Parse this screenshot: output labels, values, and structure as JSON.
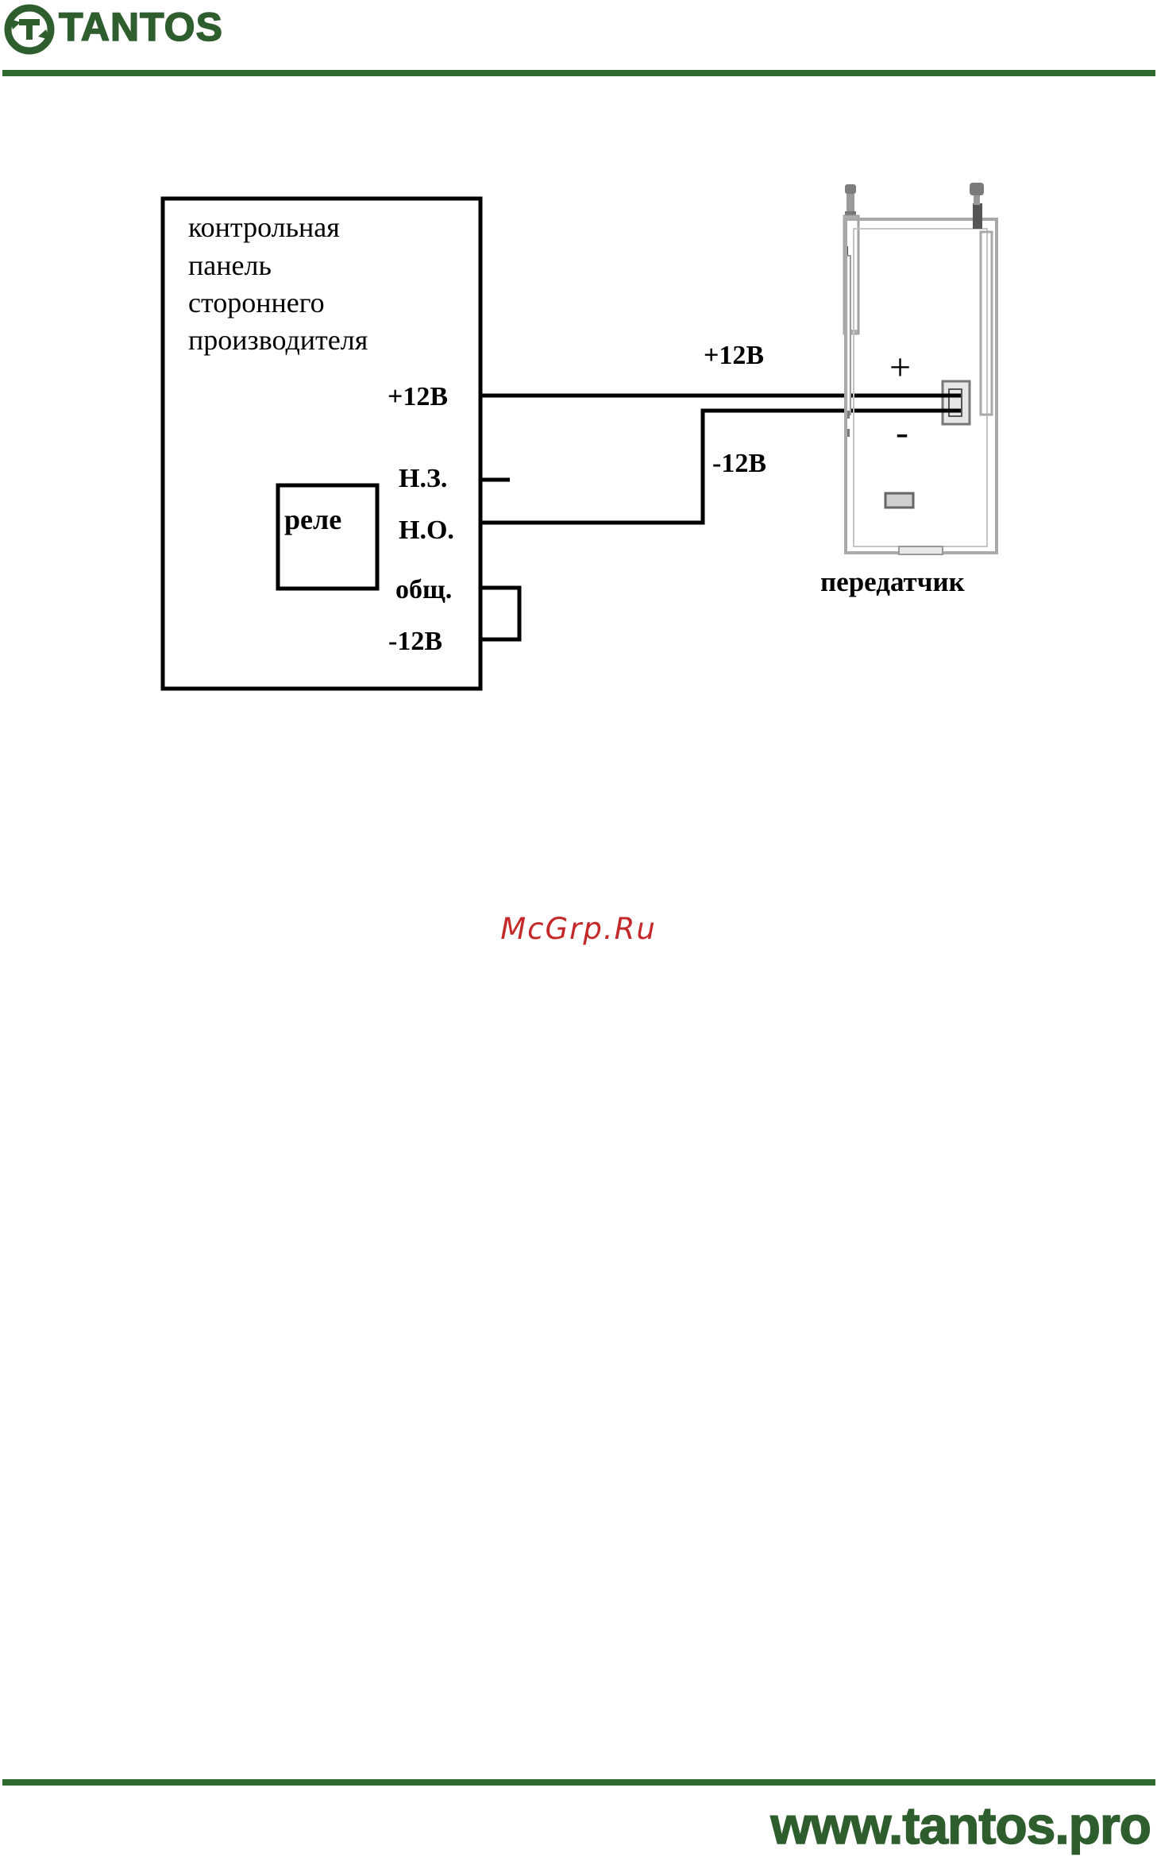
{
  "header": {
    "brand": "TANTOS"
  },
  "diagram": {
    "panel_label_lines": [
      "контрольная",
      "панель",
      "стороннего",
      "производителя"
    ],
    "terminals": {
      "plus12": "+12В",
      "nz": "Н.З.",
      "no": "Н.О.",
      "common": "общ.",
      "minus12": "-12В"
    },
    "relay_label": "реле",
    "wire_labels": {
      "plus": "+12В",
      "minus": "-12В"
    },
    "transmitter_plus": "+",
    "transmitter_minus": "-",
    "transmitter_label": "передатчик"
  },
  "watermark": "McGrp.Ru",
  "footer": {
    "site": "www.tantos.pro"
  },
  "colors": {
    "brand_green": "#2e5d2e",
    "watermark_red": "#c42828"
  }
}
